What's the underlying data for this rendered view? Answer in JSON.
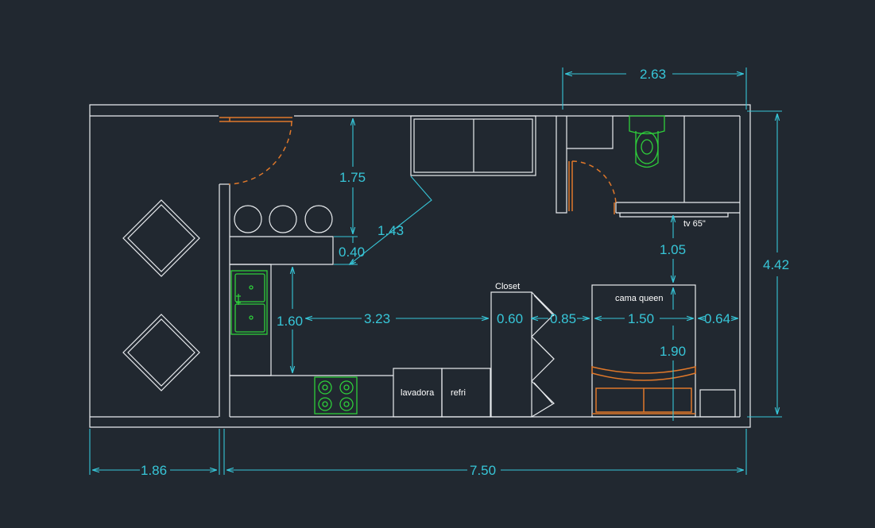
{
  "colors": {
    "background": "#212830",
    "walls": "#e9ecef",
    "dimensions": "#37c6d8",
    "doors_furniture": "#e0782a",
    "fixtures": "#2ecf3a"
  },
  "labels": {
    "closet": "Closet",
    "tv": "tv 65\"",
    "bed": "cama queen",
    "washer": "lavadora",
    "fridge": "refri"
  },
  "dimensions": {
    "bathroom_width": "2.63",
    "counter_gap": "1.75",
    "diagonal": "1.43",
    "bar_depth": "0.40",
    "kitchen_depth": "1.60",
    "kitchen_to_closet": "3.23",
    "closet_depth": "0.60",
    "closet_doors": "0.85",
    "bed_width": "1.50",
    "bed_side": "0.64",
    "tv_to_bed": "1.05",
    "bed_length": "1.90",
    "total_depth": "4.42",
    "terrace_width": "1.86",
    "total_width": "7.50"
  }
}
